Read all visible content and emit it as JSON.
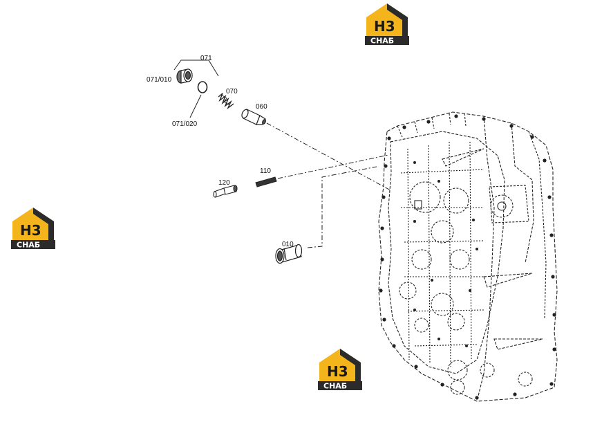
{
  "diagram": {
    "callouts": {
      "c071": "071",
      "c071_010": "071/010",
      "c071_020": "071/020",
      "c070": "070",
      "c060": "060",
      "c110": "110",
      "c120": "120",
      "c010": "010"
    }
  },
  "watermark": {
    "letters": "H3",
    "word": "CHAБ",
    "colors": {
      "gold": "#f4b51c",
      "dark": "#2b2b2b"
    }
  }
}
